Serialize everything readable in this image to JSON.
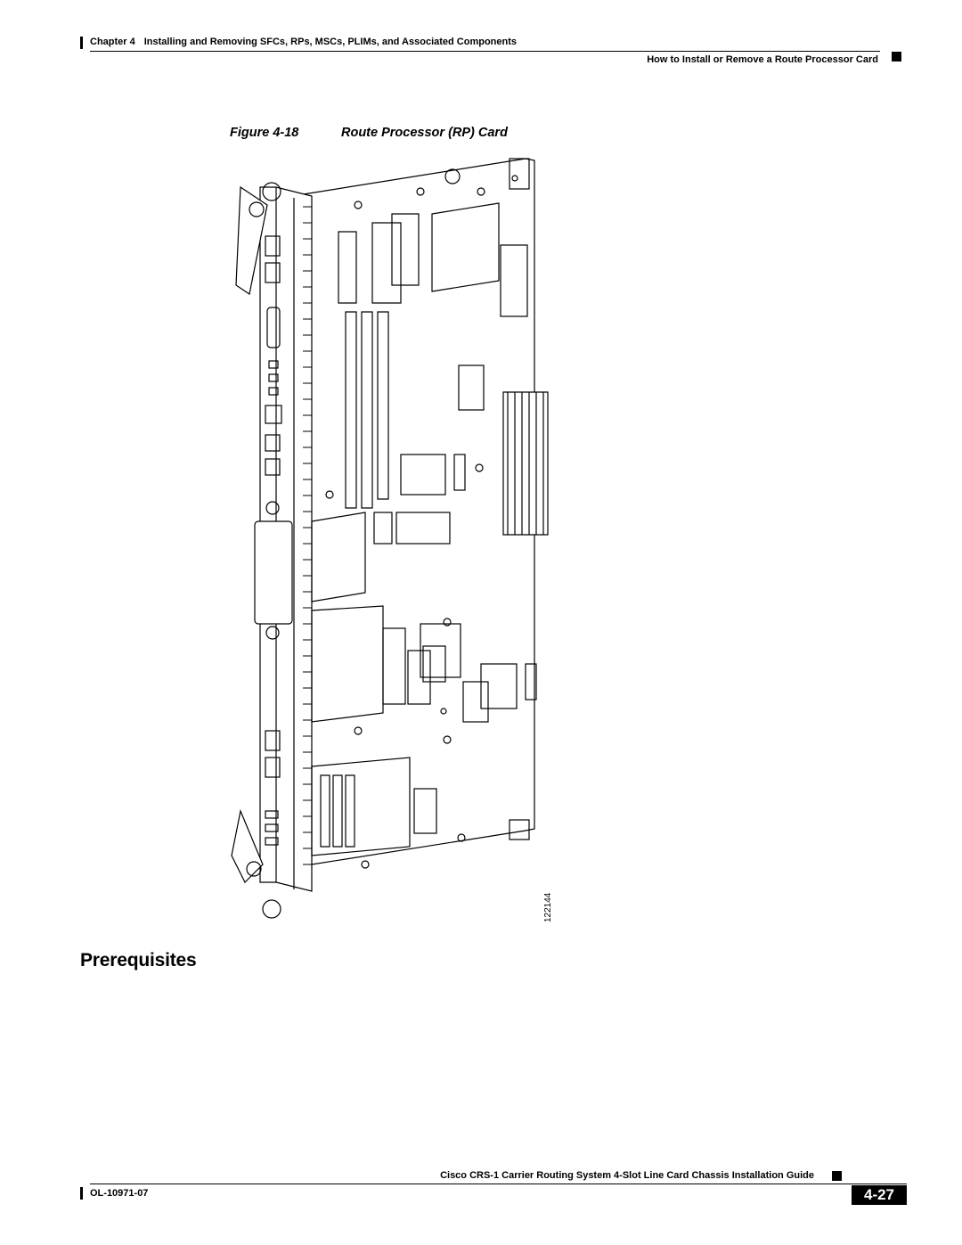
{
  "header": {
    "chapter_label": "Chapter 4",
    "chapter_title": "Installing and Removing SFCs, RPs, MSCs, PLIMs, and Associated Components",
    "section_title": "How to Install or Remove a Route Processor Card"
  },
  "figure": {
    "label": "Figure 4-18",
    "title": "Route Processor (RP) Card",
    "art_id": "122144"
  },
  "section": {
    "heading": "Prerequisites"
  },
  "footer": {
    "book_title": "Cisco CRS-1 Carrier Routing System 4-Slot Line Card Chassis Installation Guide",
    "doc_number": "OL-10971-07",
    "page_number": "4-27"
  }
}
